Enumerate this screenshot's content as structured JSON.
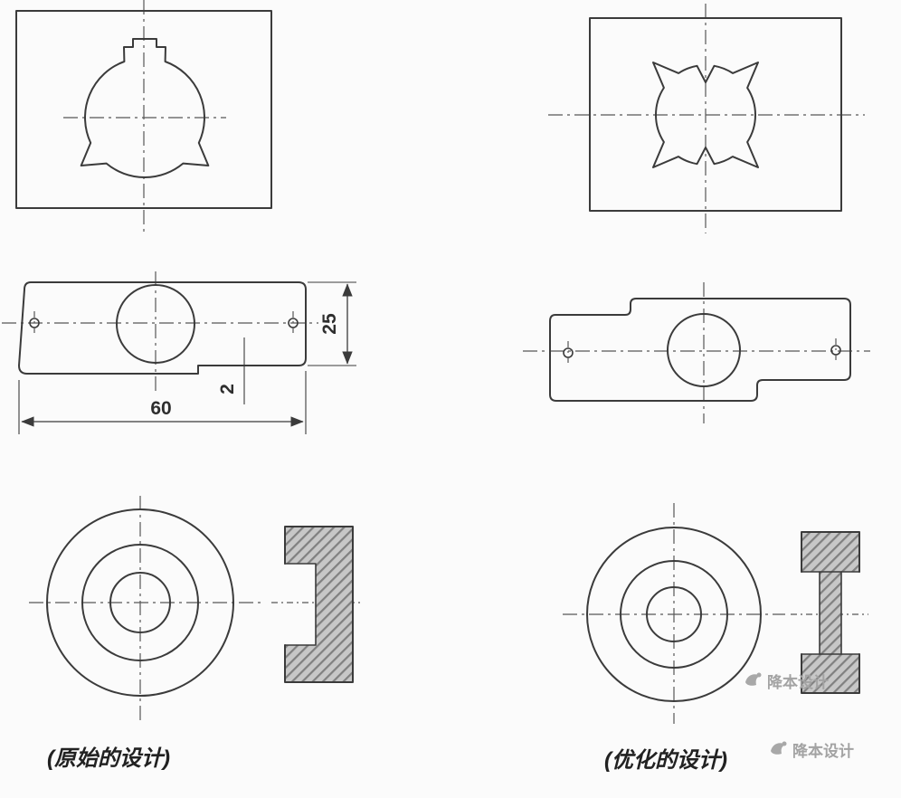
{
  "captions": {
    "original": "(原始的设计)",
    "optimized": "(优化的设计)"
  },
  "labels": {
    "dim_height": "25",
    "dim_step": "2",
    "dim_width": "60"
  },
  "watermark": {
    "text": "降本设计"
  },
  "colors": {
    "outline": "#3b3b3b",
    "centerline": "#575757",
    "hatch_fill": "#c7c7c7",
    "hatch_stroke": "#808080",
    "dimension_text": "#2e2e2e",
    "caption_text": "#222222",
    "watermark_text": "#a3a3a3",
    "background": "#fbfbfb"
  }
}
